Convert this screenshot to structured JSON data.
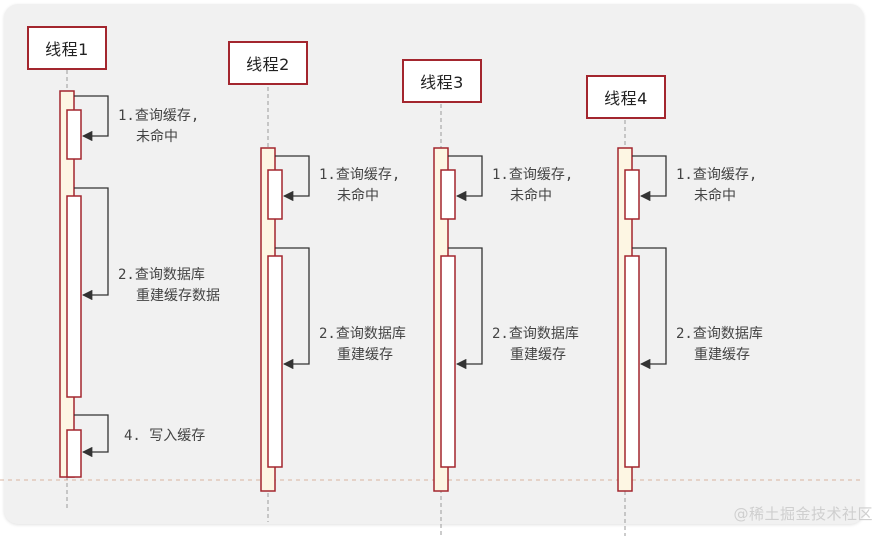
{
  "threads": [
    {
      "label": "线程1"
    },
    {
      "label": "线程2"
    },
    {
      "label": "线程3"
    },
    {
      "label": "线程4"
    }
  ],
  "notes": {
    "t1": {
      "query_cache": [
        "1.查询缓存,",
        "未命中"
      ],
      "query_db": [
        "2.查询数据库",
        "重建缓存数据"
      ],
      "write_cache": "4. 写入缓存"
    },
    "t2": {
      "query_cache": [
        "1.查询缓存,",
        "未命中"
      ],
      "query_db": [
        "2.查询数据库",
        "重建缓存"
      ]
    },
    "t3": {
      "query_cache": [
        "1.查询缓存,",
        "未命中"
      ],
      "query_db": [
        "2.查询数据库",
        "重建缓存"
      ]
    },
    "t4": {
      "query_cache": [
        "1.查询缓存,",
        "未命中"
      ],
      "query_db": [
        "2.查询数据库",
        "重建缓存"
      ]
    }
  },
  "watermark": "@稀土掘金技术社区",
  "colors": {
    "border": "#a3262e",
    "activation_fill": "#fdf6e3",
    "lifeline": "#9a9a9a",
    "arrow": "#333333"
  }
}
